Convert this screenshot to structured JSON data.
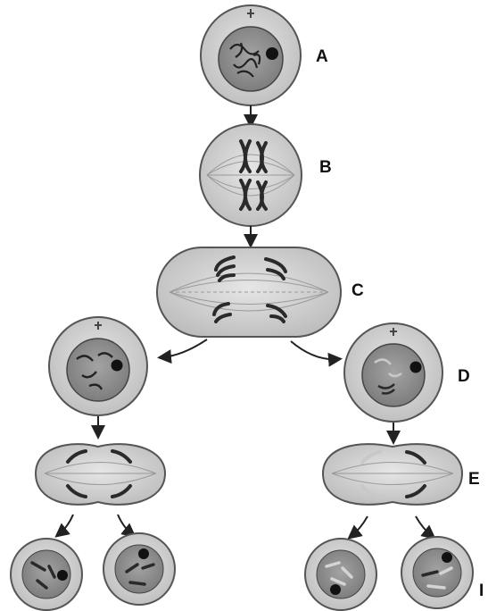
{
  "labels": {
    "a": "A",
    "b": "B",
    "c": "C",
    "d": "D",
    "e": "E",
    "f": "I"
  },
  "colors": {
    "cell_fill": "#d3d3d3",
    "cell_outline": "#555555",
    "nucleus_fill": "#8e8e8e",
    "chromosome_dark": "#2a2a2a",
    "chromosome_light": "#c8c8c8",
    "arrow": "#222222",
    "spindle": "#9a9a9a"
  }
}
